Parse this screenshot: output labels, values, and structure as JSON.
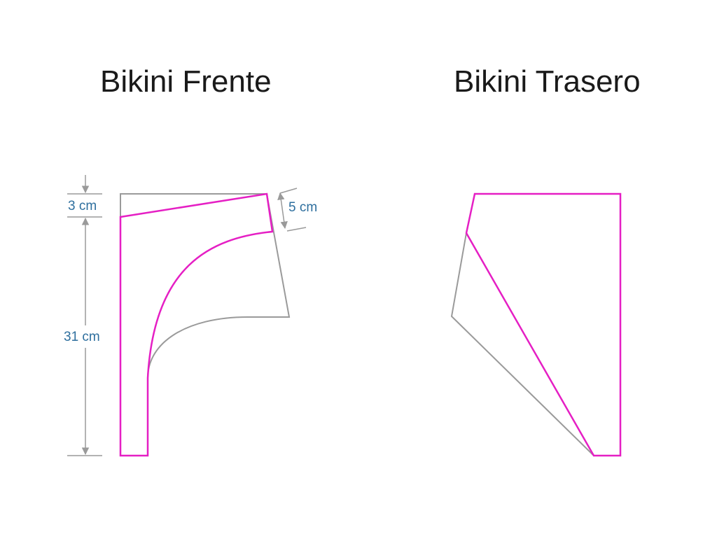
{
  "colors": {
    "pattern_line": "#e51fc4",
    "guide_line": "#9a9a9a",
    "dimension_text": "#2e6f9e",
    "title_text": "#1a1a1a"
  },
  "front_piece": {
    "title": "Bikini Frente",
    "dimensions": {
      "top_drop": "3 cm",
      "side_drop": "5 cm",
      "height": "31 cm"
    }
  },
  "back_piece": {
    "title": "Bikini Trasero"
  }
}
